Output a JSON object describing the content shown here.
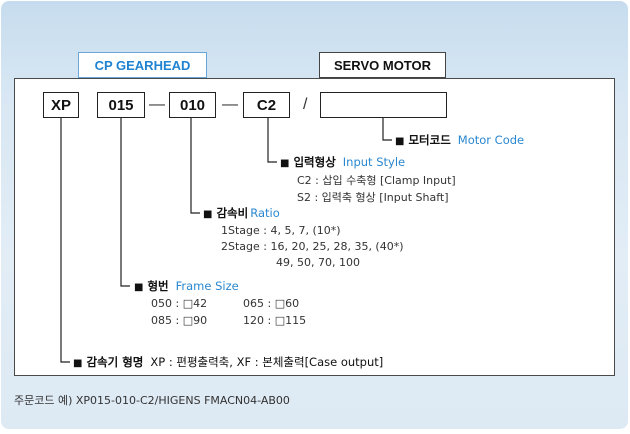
{
  "headers": {
    "gearhead": "CP GEARHEAD",
    "motor": "SERVO MOTOR"
  },
  "code_boxes": [
    "XP",
    "015",
    "010",
    "C2",
    ""
  ],
  "separators": [
    "―",
    "―",
    "/"
  ],
  "bullet_glyph": "■",
  "motor_code": {
    "label_ko": "모터코드",
    "label_en": "Motor Code"
  },
  "input_style": {
    "label_ko": "입력형상",
    "label_en": "Input Style",
    "lines": [
      "C2 : 삽입 수축형 [Clamp Input]",
      "S2 : 입력축 형상 [Input Shaft]"
    ]
  },
  "ratio": {
    "label_ko": "감속비",
    "label_en": "Ratio",
    "lines": [
      "1Stage : 4, 5, 7, (10*)",
      "2Stage : 16, 20, 25, 28, 35, (40*)",
      "49, 50, 70, 100"
    ]
  },
  "frame_size": {
    "label_ko": "형번",
    "label_en": "Frame Size",
    "rows": [
      [
        "050 : □42",
        "065 : □60"
      ],
      [
        "085 : □90",
        "120 : □115"
      ]
    ]
  },
  "reducer_type": {
    "label_ko": "감속기 형명",
    "text": "XP : 편평출력축, XF : 본체출력[Case output]"
  },
  "order_example": "주문코드 예) XP015-010-C2/HIGENS FMACN04-AB00",
  "colors": {
    "accent_blue": "#2a87cf",
    "panel": "#d8e7f3"
  }
}
